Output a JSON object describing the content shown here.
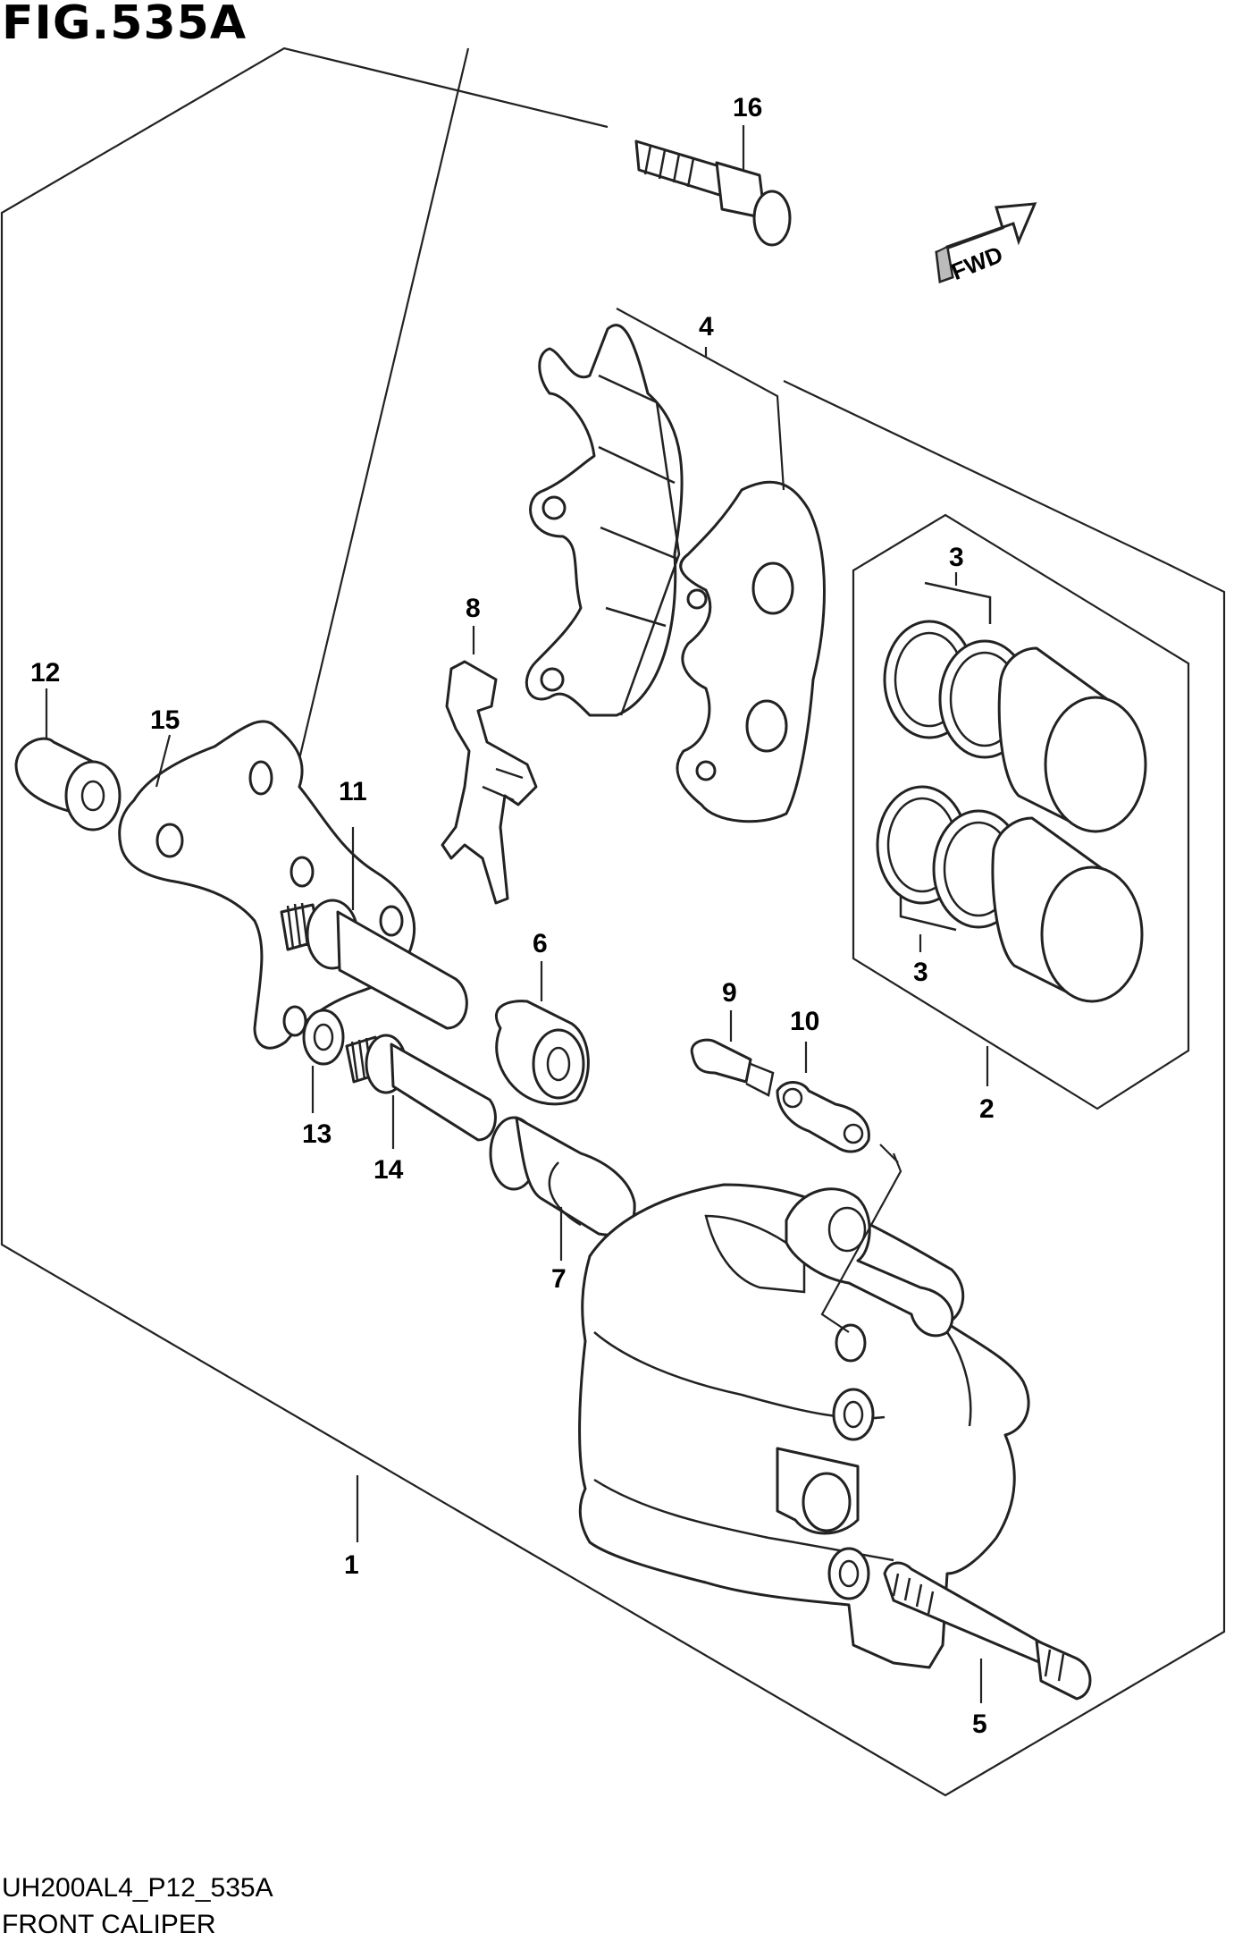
{
  "figure": {
    "title": "FIG.535A",
    "code": "UH200AL4_P12_535A",
    "name": "FRONT CALIPER",
    "fwd_label": "FWD"
  },
  "callouts": [
    "1",
    "2",
    "3",
    "3",
    "4",
    "5",
    "6",
    "7",
    "8",
    "9",
    "10",
    "11",
    "12",
    "13",
    "14",
    "15",
    "16"
  ]
}
